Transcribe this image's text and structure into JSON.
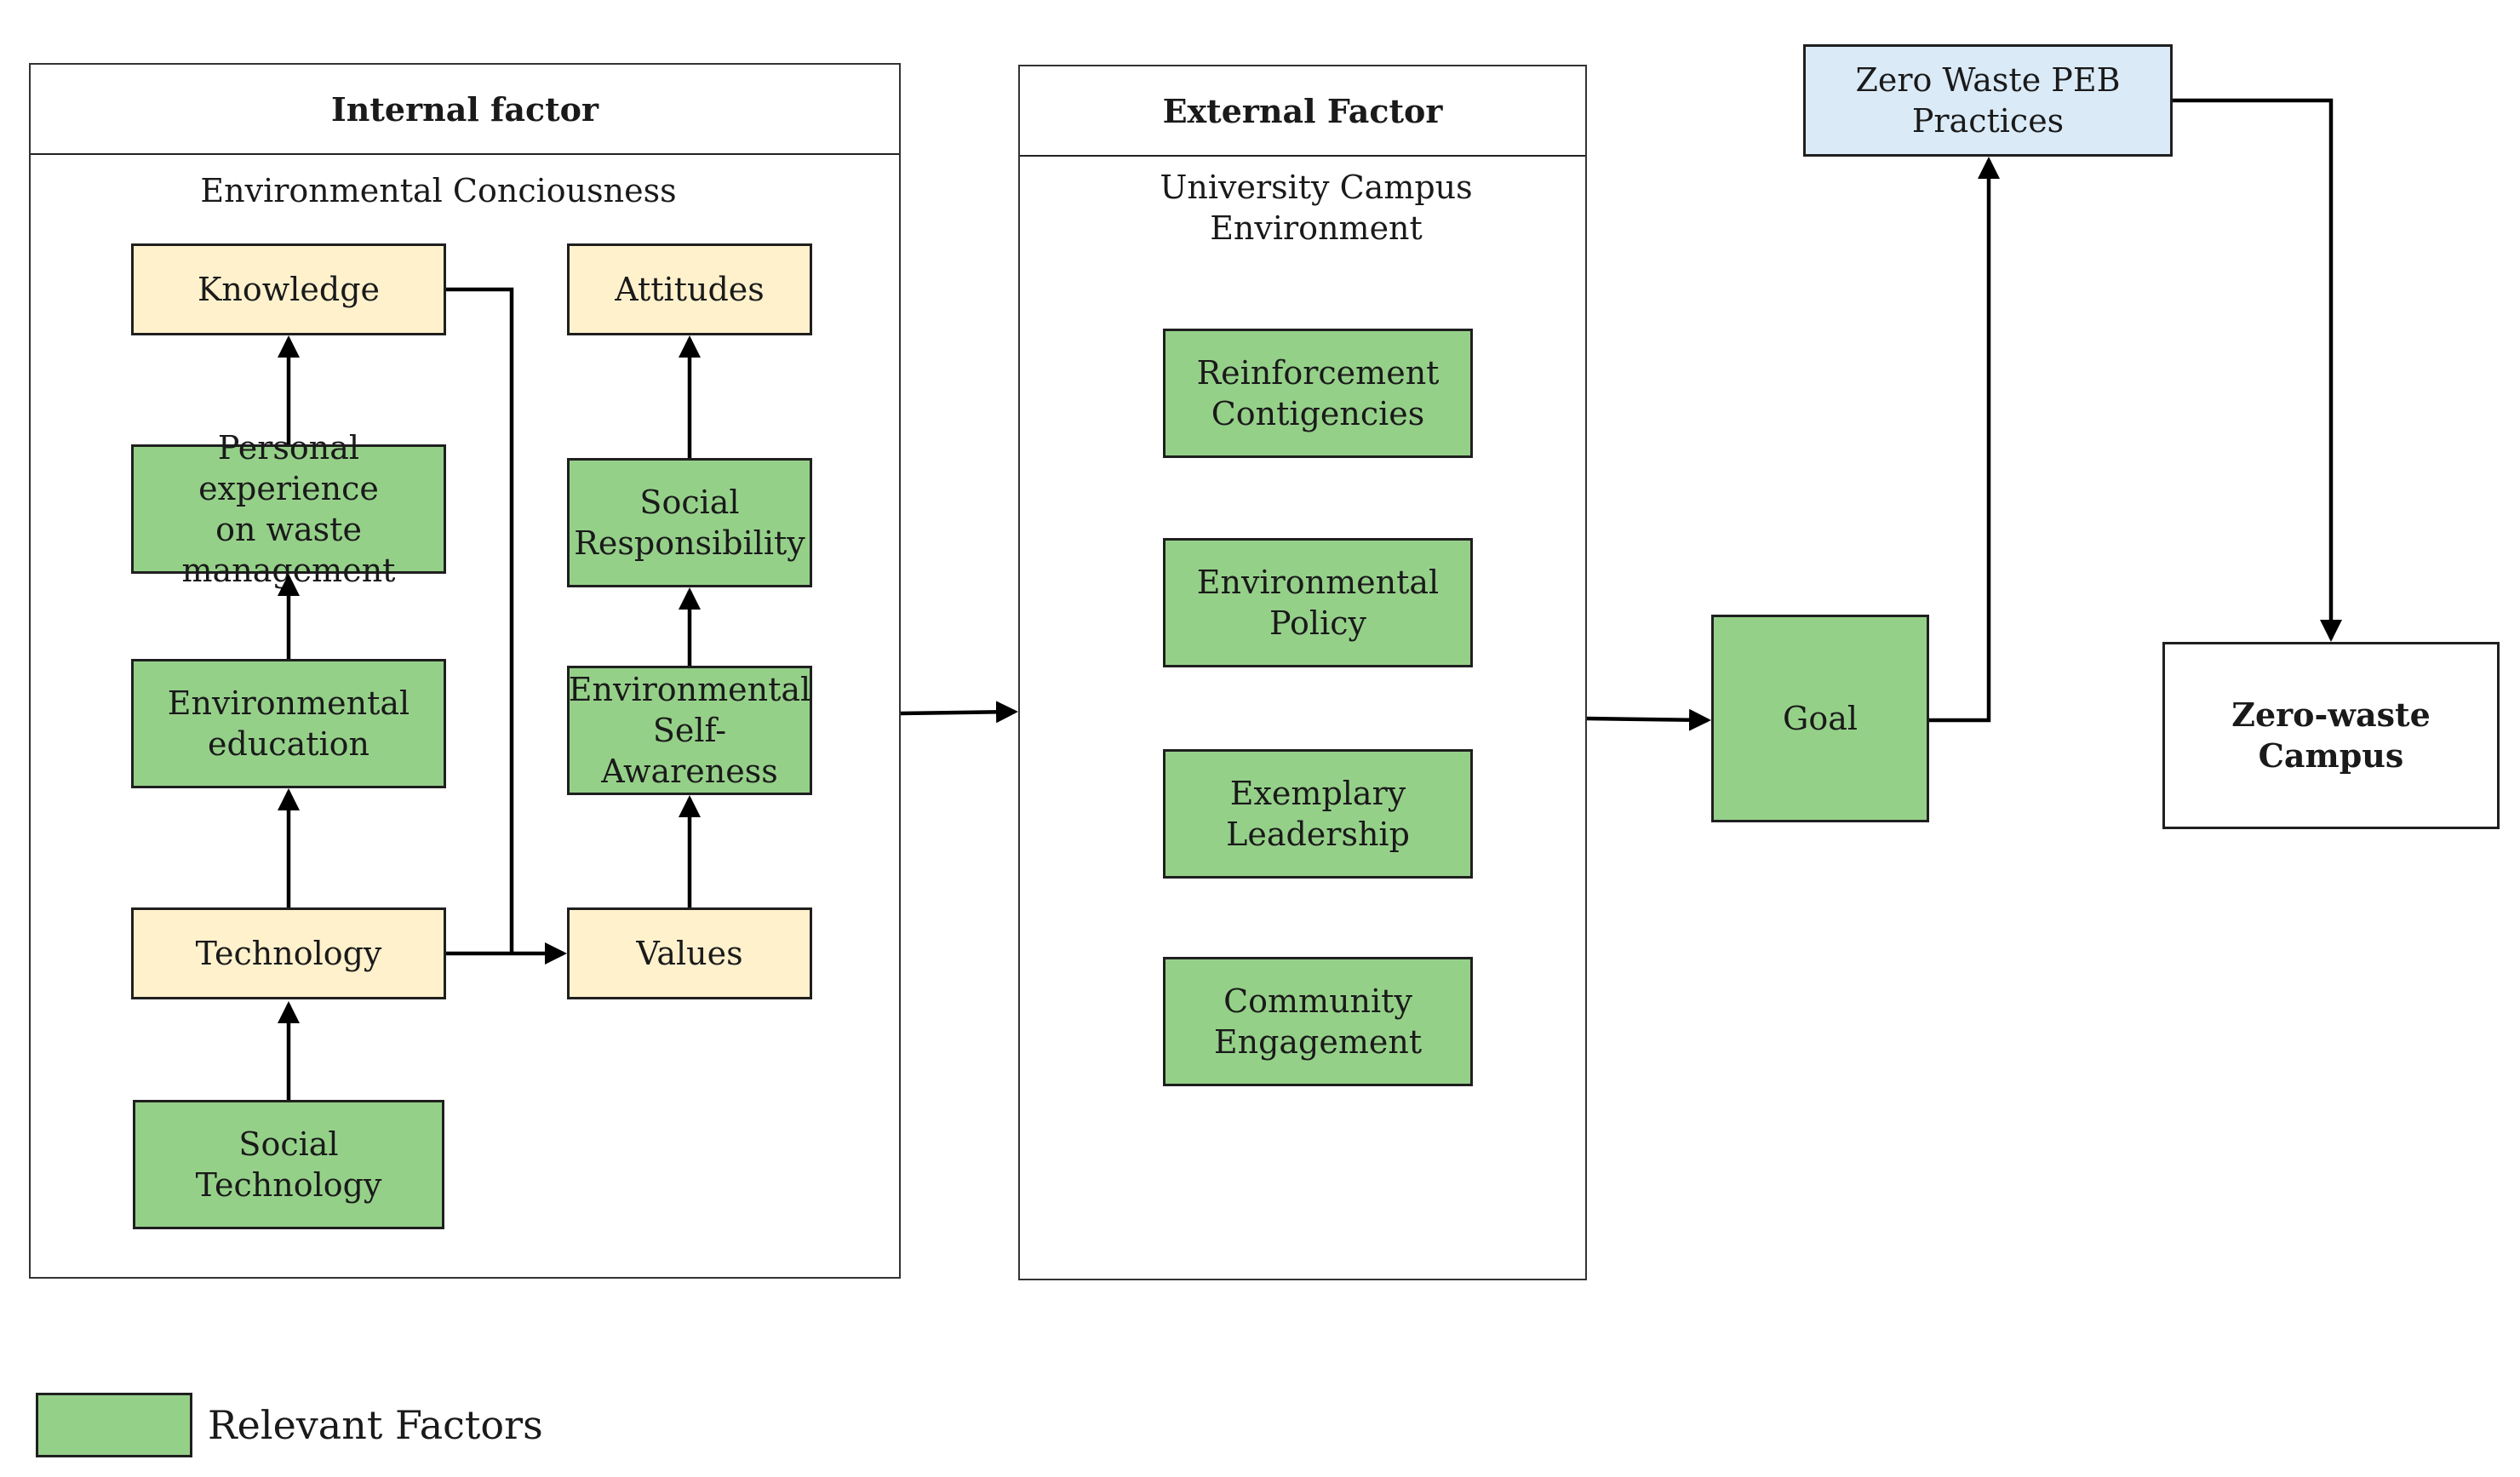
{
  "colors": {
    "relevant_factor": "#95d089",
    "internal_node": "#fff1cc",
    "practice_node": "#daeaf7",
    "outline": "#1f1f1f"
  },
  "internal_panel": {
    "title": "Internal factor",
    "subtitle": "Environmental Conciousness",
    "nodes": {
      "knowledge": "Knowledge",
      "personal_experience": "Personal experience\non waste\nmanagement",
      "environmental_education": "Environmental\neducation",
      "technology": "Technology",
      "social_technology": "Social Technology",
      "attitudes": "Attitudes",
      "social_responsibility": "Social\nResponsibility",
      "environmental_self_awareness": "Environmental\nSelf-Awareness",
      "values": "Values"
    }
  },
  "external_panel": {
    "title": "External Factor",
    "subtitle": "University Campus\nEnvironment",
    "nodes": {
      "reinforcement": "Reinforcement\nContigencies",
      "policy": "Environmental\nPolicy",
      "leadership": "Exemplary\nLeadership",
      "community": "Community\nEngagement"
    }
  },
  "outcome": {
    "goal": "Goal",
    "practices": "Zero Waste PEB\nPractices",
    "campus": "Zero-waste Campus"
  },
  "legend": {
    "label": "Relevant Factors"
  }
}
